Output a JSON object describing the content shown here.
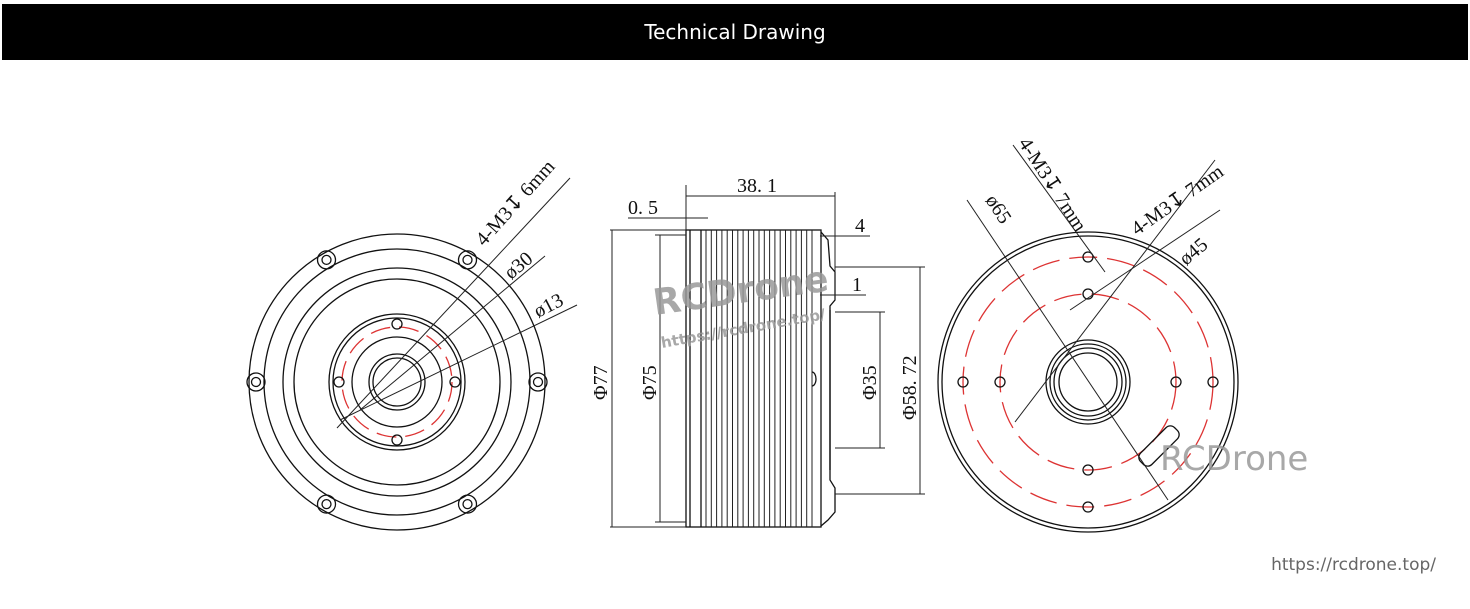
{
  "header": {
    "title": "Technical Drawing"
  },
  "footer": {
    "url": "https://rcdrone.top/"
  },
  "watermark": {
    "brand": "RCDrone",
    "url": "https://rcdrone.top/"
  },
  "front_view": {
    "labels": [
      "4-M3↧ 6mm",
      "ø30",
      "ø13"
    ]
  },
  "side_view": {
    "labels": {
      "length": "38. 1",
      "lip": "0. 5",
      "cap": "4",
      "step": "1",
      "d77": "Φ77",
      "d75": "Φ75",
      "d35": "Φ35",
      "d5872": "Φ58. 72"
    }
  },
  "rear_view": {
    "labels": [
      "4-M3↧ 7mm",
      "4-M3↧ 7mm",
      "ø65",
      "ø45"
    ]
  },
  "colors": {
    "header_bg": "#000000",
    "pcd_dash": "#dd3333",
    "watermark": "#999999"
  }
}
